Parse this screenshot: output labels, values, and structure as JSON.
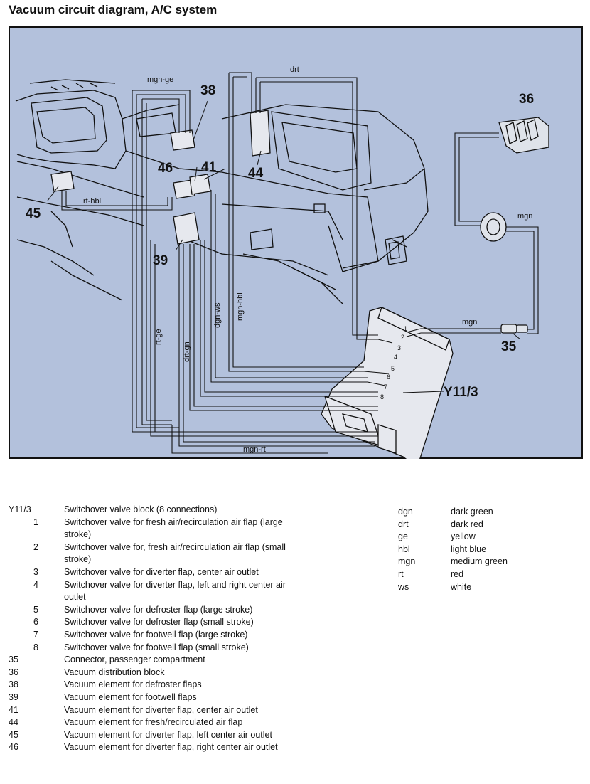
{
  "title": "Vacuum circuit diagram, A/C system",
  "diagram": {
    "callouts": {
      "c36": "36",
      "c38": "38",
      "c41": "41",
      "c44": "44",
      "c45": "45",
      "c46": "46",
      "c39": "39",
      "c35": "35",
      "cY": "Y11/3"
    },
    "wire_labels": {
      "mgn_ge": "mgn-ge",
      "drt": "drt",
      "rt_hbl": "rt-hbl",
      "mgn_top": "mgn",
      "mgn_mid": "mgn",
      "mgn_hbl": "mgn-hbl",
      "dgn_ws": "dgn-ws",
      "rt_ge": "rt-ge",
      "drt_gn": "drt-gn",
      "mgn_rt": "mgn-rt"
    },
    "port_numbers": [
      "1",
      "2",
      "3",
      "4",
      "5",
      "6",
      "7",
      "8"
    ]
  },
  "legend": {
    "items": [
      {
        "key": "Y11/3",
        "desc": "Switchover valve block (8 connections)",
        "sub": false
      },
      {
        "key": "1",
        "desc": "Switchover valve for fresh air/recirculation air flap (large stroke)",
        "sub": true
      },
      {
        "key": "2",
        "desc": "Switchover valve for, fresh air/recirculation air flap (small stroke)",
        "sub": true
      },
      {
        "key": "3",
        "desc": "Switchover valve for diverter flap, center air outlet",
        "sub": true
      },
      {
        "key": "4",
        "desc": "Switchover valve for diverter flap, left and right center air outlet",
        "sub": true
      },
      {
        "key": "5",
        "desc": "Switchover valve for defroster flap (large stroke)",
        "sub": true
      },
      {
        "key": "6",
        "desc": "Switchover valve for defroster flap (small stroke)",
        "sub": true
      },
      {
        "key": "7",
        "desc": "Switchover valve for footwell flap (large stroke)",
        "sub": true
      },
      {
        "key": "8",
        "desc": "Switchover valve for footwell flap (small stroke)",
        "sub": true
      },
      {
        "key": "35",
        "desc": "Connector, passenger compartment",
        "sub": false
      },
      {
        "key": "36",
        "desc": "Vacuum distribution block",
        "sub": false
      },
      {
        "key": "38",
        "desc": "Vacuum element for defroster flaps",
        "sub": false
      },
      {
        "key": "39",
        "desc": "Vacuum element for footwell flaps",
        "sub": false
      },
      {
        "key": "41",
        "desc": "Vacuum element for diverter flap, center air outlet",
        "sub": false
      },
      {
        "key": "44",
        "desc": "Vacuum element for fresh/recirculated air flap",
        "sub": false
      },
      {
        "key": "45",
        "desc": "Vacuum element for diverter flap, left center air outlet",
        "sub": false
      },
      {
        "key": "46",
        "desc": "Vacuum element for diverter flap, right center air outlet",
        "sub": false
      }
    ],
    "colors": [
      {
        "abbr": "dgn",
        "name": "dark green"
      },
      {
        "abbr": "drt",
        "name": "dark red"
      },
      {
        "abbr": "ge",
        "name": "yellow"
      },
      {
        "abbr": "hbl",
        "name": "light blue"
      },
      {
        "abbr": "mgn",
        "name": "medium green"
      },
      {
        "abbr": "rt",
        "name": "red"
      },
      {
        "abbr": "ws",
        "name": "white"
      }
    ]
  }
}
